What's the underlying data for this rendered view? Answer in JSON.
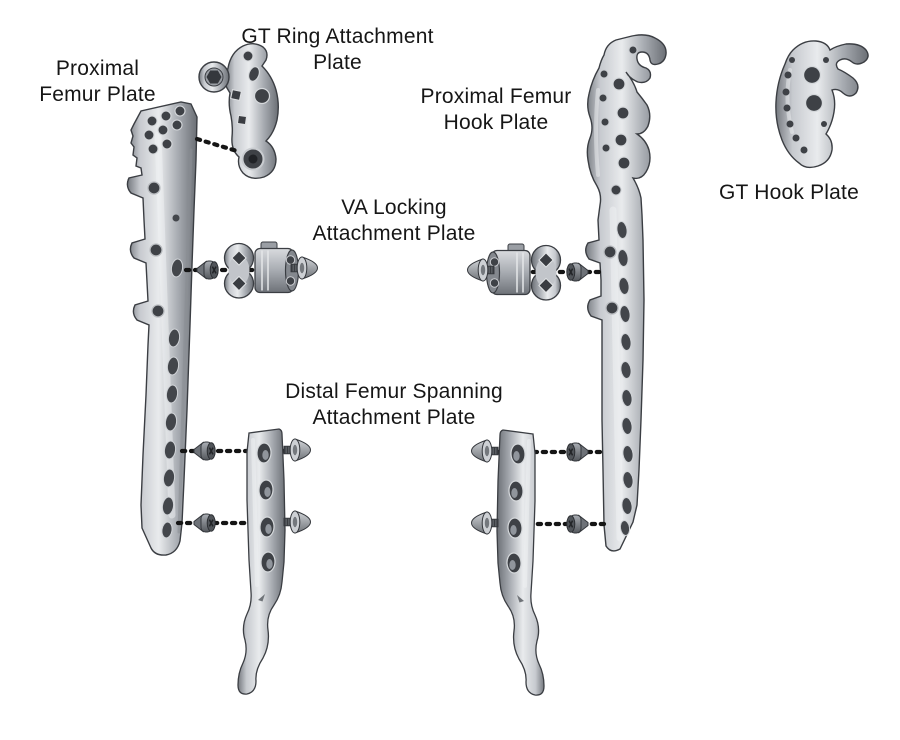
{
  "figure": {
    "background": "#ffffff",
    "text_color": "#161616",
    "line_color": "#141414",
    "metal": {
      "base": "#b4b8be",
      "light": "#e9ebed",
      "dark": "#6b6f75",
      "outline": "#3b3e43",
      "hole": "#3e4146"
    },
    "labels": {
      "gt_ring_attachment_plate": [
        "GT Ring Attachment",
        "Plate"
      ],
      "proximal_femur_plate": [
        "Proximal",
        "Femur Plate"
      ],
      "proximal_femur_hook_plate": [
        "Proximal Femur",
        "Hook Plate"
      ],
      "va_locking_attachment_plate": [
        "VA Locking",
        "Attachment Plate"
      ],
      "distal_femur_spanning_attachment_plate": [
        "Distal Femur Spanning",
        "Attachment Plate"
      ],
      "gt_hook_plate": [
        "GT Hook Plate"
      ]
    }
  }
}
